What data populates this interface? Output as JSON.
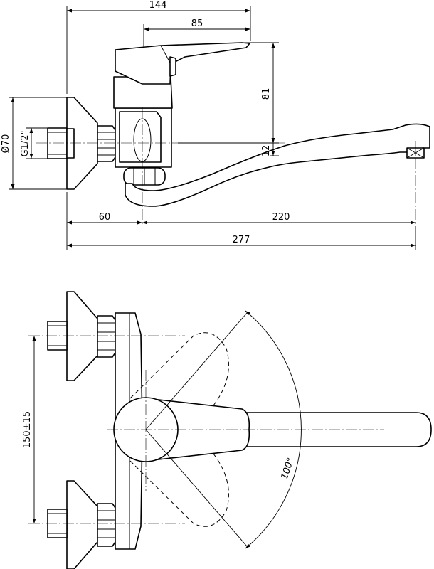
{
  "dimensions": {
    "width_144": "144",
    "width_85": "85",
    "height_81": "81",
    "height_12": "12",
    "diameter_70": "Ø70",
    "thread": "G1/2\"",
    "width_60": "60",
    "width_220": "220",
    "width_277": "277",
    "spacing": "150±15",
    "angle": "100°"
  }
}
